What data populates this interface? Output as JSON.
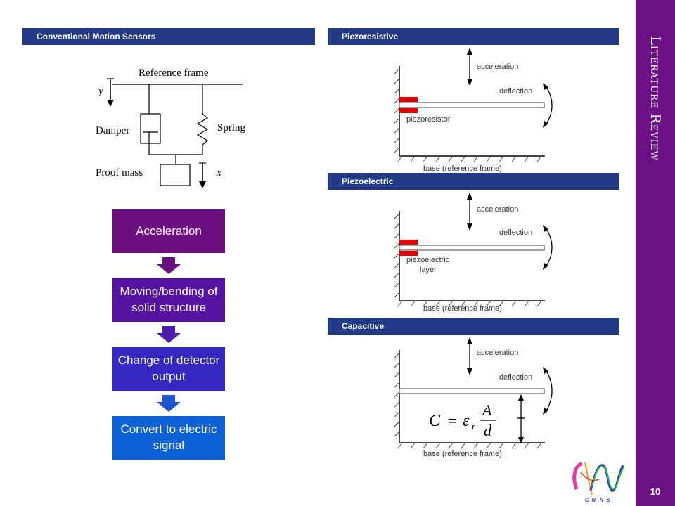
{
  "sidebar": {
    "title": "Literature Review",
    "page_number": "10"
  },
  "sections": {
    "conventional": "Conventional Motion Sensors",
    "piezoresistive": "Piezoresistive",
    "piezoelectric": "Piezoelectric",
    "capacitive": "Capacitive"
  },
  "mechanical": {
    "reference_frame": "Reference frame",
    "y": "y",
    "damper": "Damper",
    "spring": "Spring",
    "proof_mass": "Proof mass",
    "x": "x"
  },
  "flow": [
    {
      "label": "Acceleration",
      "color": "#6b0f7e"
    },
    {
      "label": "Moving/bending of solid structure",
      "color": "#5512a3"
    },
    {
      "label": "Change of detector output",
      "color": "#3627c2"
    },
    {
      "label": "Convert to electric signal",
      "color": "#0d62d6"
    }
  ],
  "diagrams": {
    "acceleration": "acceleration",
    "deflection": "deflection",
    "base": "base (reference frame)",
    "piezoresistor": "piezoresistor",
    "piezoelectric_line1": "piezoelectric",
    "piezoelectric_line2": "layer",
    "eq_C": "C",
    "eq_equals": "=",
    "eq_epsilon": "ε",
    "eq_r": "r",
    "eq_A": "A",
    "eq_d": "d"
  },
  "colors": {
    "accent_purple": "#6b0f84",
    "header_blue": "#223a87",
    "piezo_red": "#e00000"
  }
}
